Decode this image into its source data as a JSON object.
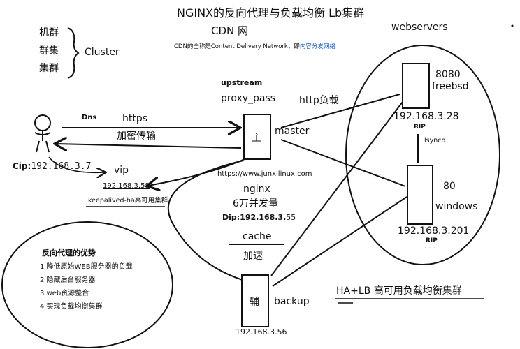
{
  "title": "NGINX的反向代理与负载均衡 Lb集群",
  "cdn": {
    "heading": "CDN 网",
    "note_prefix": "CDN的全称是Content Delivery Network，即",
    "note_link": "内容分发网络"
  },
  "cluster": {
    "terms": [
      "机群",
      "群集",
      "集群"
    ],
    "label": "Cluster"
  },
  "webservers_label": "webservers",
  "client": {
    "dns": "Dns",
    "https": "https",
    "encrypted": "加密传输",
    "cip_label": "Cip:",
    "cip_value": "192.168.3.7",
    "vip": "vip",
    "vip_ip": "192.168.3.58",
    "keepalived": "keepalived-ha高可用集群"
  },
  "master": {
    "upstream": "upstream",
    "proxy_pass": "proxy_pass",
    "char": "主",
    "label": "master",
    "http_lb": "http负载",
    "url": "https://www.junxilinux.com",
    "nginx": "nginx",
    "concurrency": "6万并发量",
    "dip_label": "Dip:192.168.3.",
    "dip_suffix": "55",
    "cache": "cache",
    "accelerate": "加速"
  },
  "backup": {
    "char": "辅",
    "label": "backup",
    "ip": "192.168.3.56"
  },
  "server1": {
    "port": "8080",
    "os": "freebsd",
    "ip": "192.168.3.28",
    "rip": "RIP"
  },
  "lsyncd": "lsyncd",
  "server2": {
    "port": "80",
    "os": "windows",
    "ip": "192.168.3.201",
    "rip": "RIP",
    "more": "· · ·"
  },
  "advantages": {
    "title": "反向代理的优势",
    "items": [
      "1 降低原始WEB服务器的负载",
      "2 隐藏后台服务器",
      "3 web资源整合",
      "4 实现负载均衡集群"
    ]
  },
  "ha_title": "HA+LB 高可用负载均衡集群"
}
